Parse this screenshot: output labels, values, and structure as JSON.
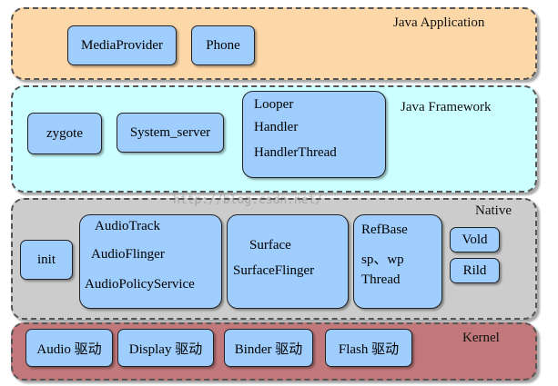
{
  "layers": {
    "java_application": {
      "title": "Java Application",
      "fill": "#fcd7a8"
    },
    "java_framework": {
      "title": "Java Framework",
      "fill": "#ccffff"
    },
    "native": {
      "title": "Native",
      "fill": "#cccccc"
    },
    "kernel": {
      "title": "Kernel",
      "fill": "#c0787a"
    }
  },
  "boxes": {
    "media_provider": "MediaProvider",
    "phone": "Phone",
    "zygote": "zygote",
    "system_server": "System_server",
    "looper": "Looper",
    "handler": "Handler",
    "handler_thread": "HandlerThread",
    "init": "init",
    "audio_track": "AudioTrack",
    "audio_flinger": "AudioFlinger",
    "audio_policy_service": "AudioPolicyService",
    "surface": "Surface",
    "surface_flinger": "SurfaceFlinger",
    "ref_base": "RefBase",
    "sp_wp": "sp、wp",
    "thread": "Thread",
    "vold": "Vold",
    "rild": "Rild",
    "audio_driver": "Audio 驱动",
    "display_driver": "Display 驱动",
    "binder_driver": "Binder 驱动",
    "flash_driver": "Flash 驱动"
  },
  "watermark": "http://blog.csdn.net/",
  "box_fill": "#9fcdfd"
}
